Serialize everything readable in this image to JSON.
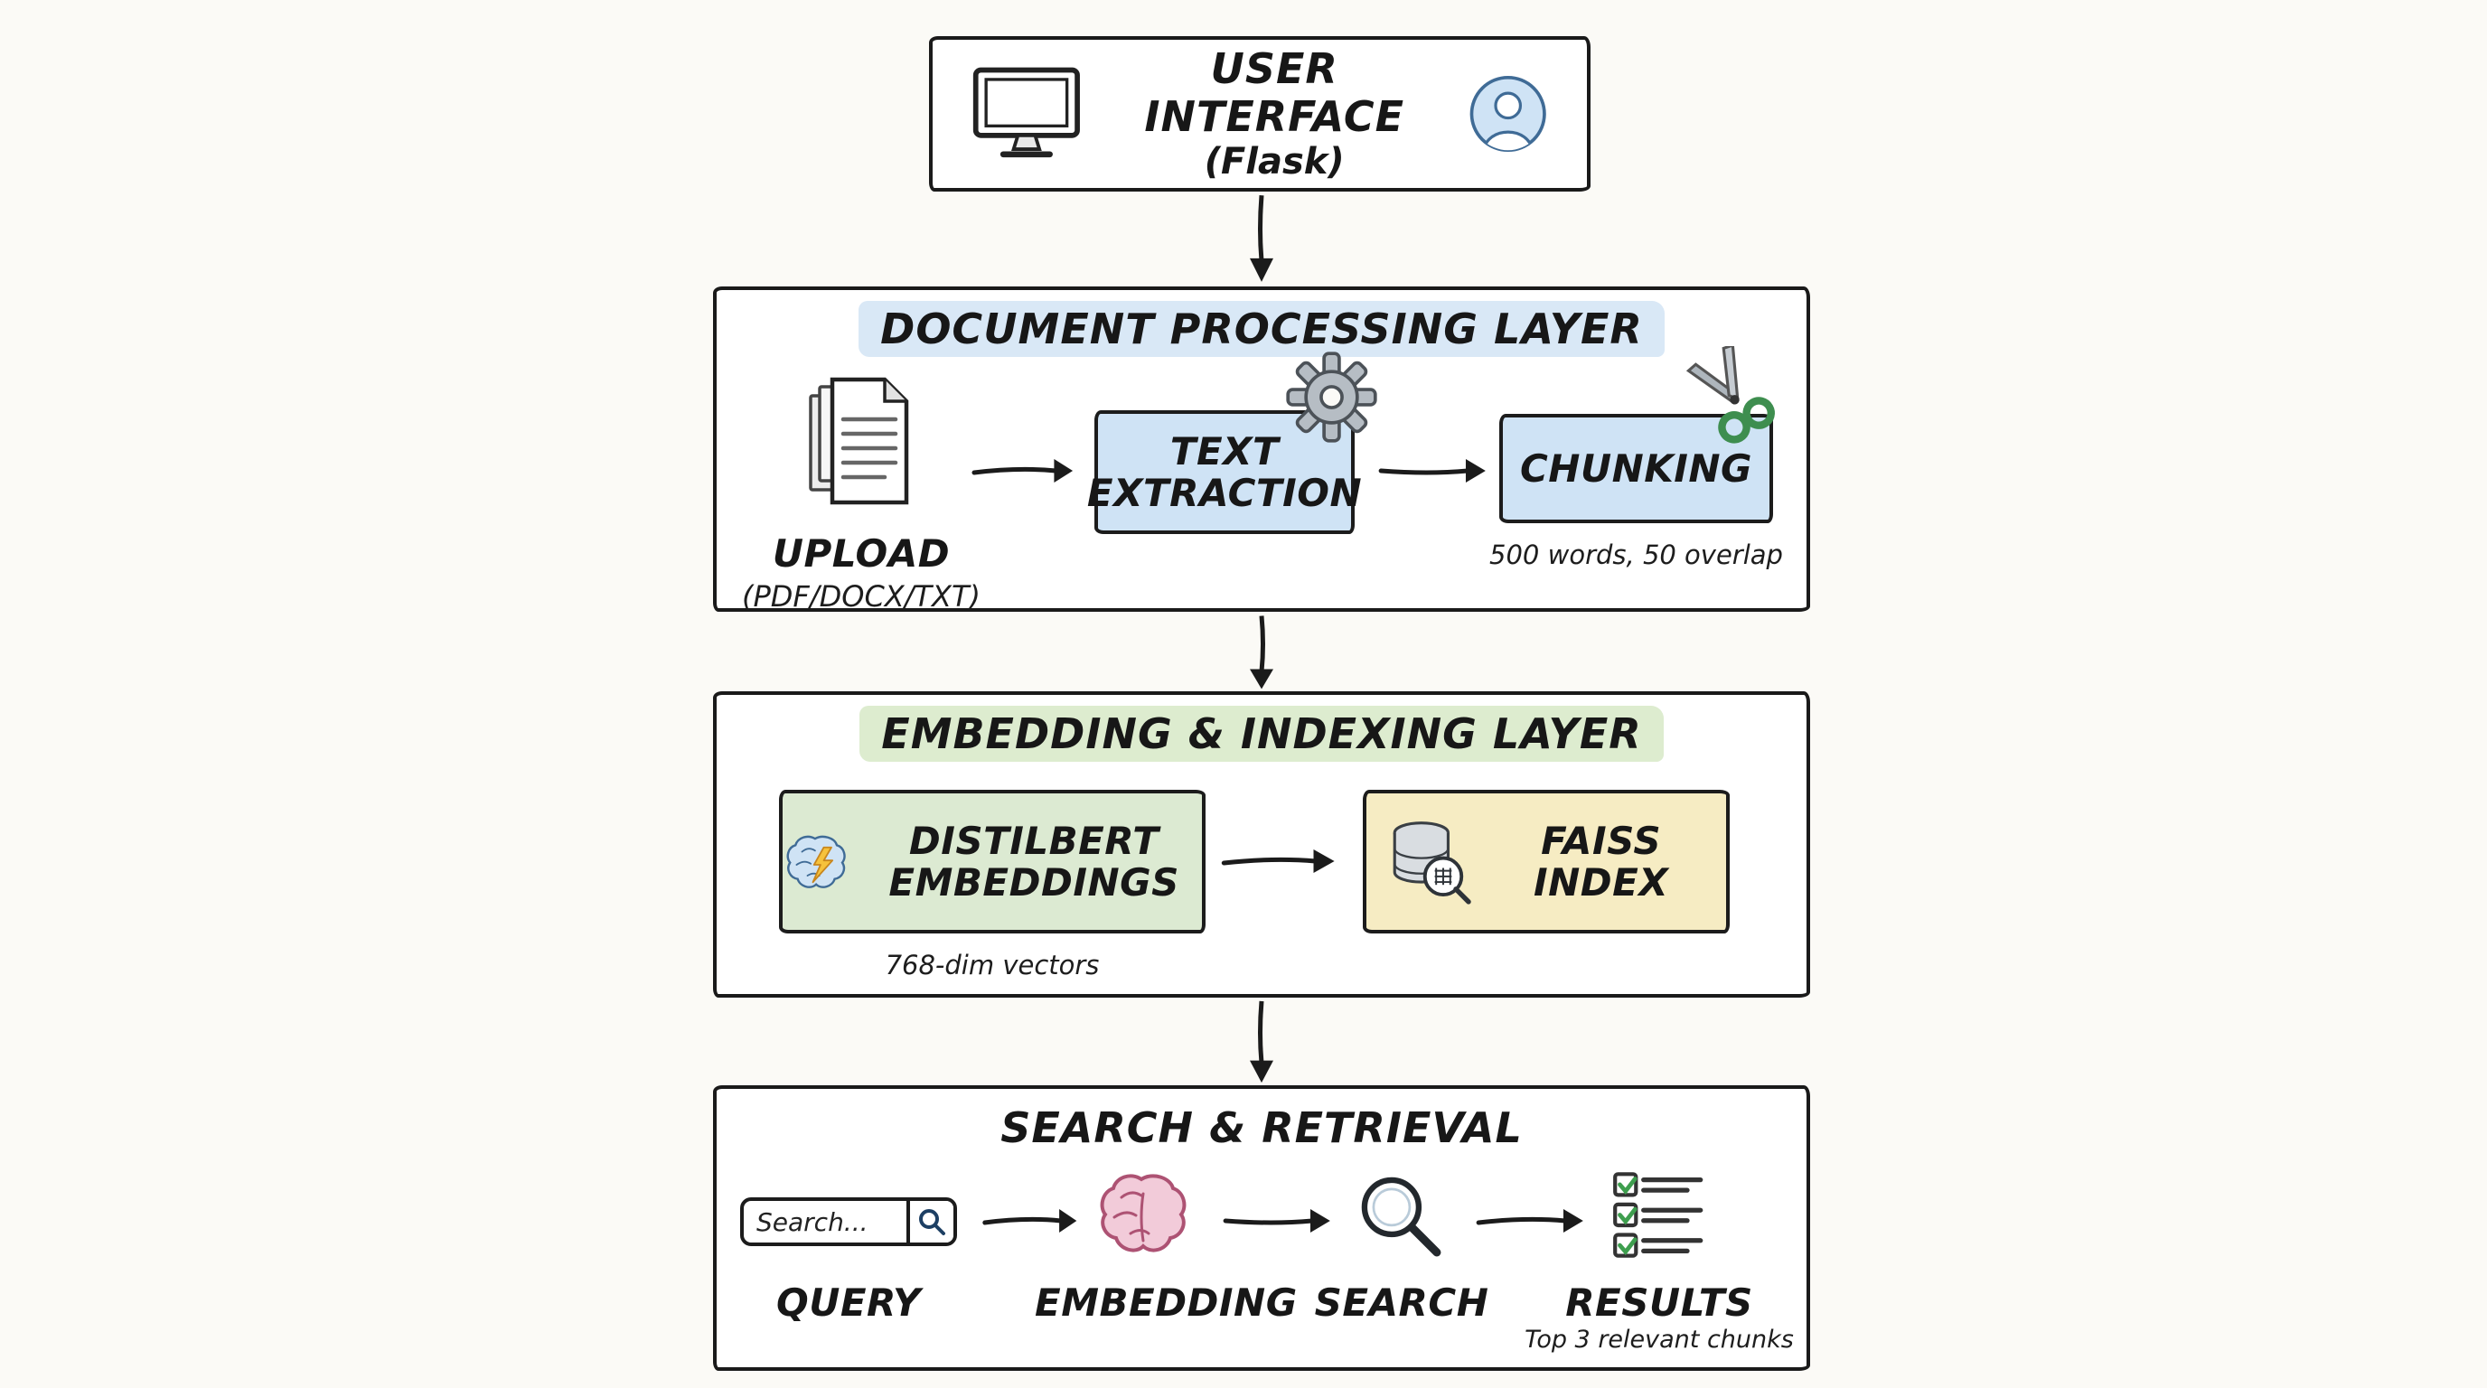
{
  "ui_layer": {
    "title": "USER INTERFACE",
    "subtitle": "(Flask)"
  },
  "doc_layer": {
    "title": "DOCUMENT PROCESSING LAYER",
    "upload": {
      "label": "UPLOAD",
      "formats": "(PDF/DOCX/TXT)"
    },
    "text_extraction": {
      "label": "TEXT EXTRACTION"
    },
    "chunking": {
      "label": "CHUNKING",
      "note": "500 words, 50 overlap"
    }
  },
  "embedding_layer": {
    "title": "EMBEDDING & INDEXING LAYER",
    "distilbert": {
      "label": "DISTILBERT EMBEDDINGS",
      "note": "768-dim vectors"
    },
    "faiss": {
      "label": "FAISS INDEX"
    }
  },
  "search_layer": {
    "title": "SEARCH & RETRIEVAL",
    "query": {
      "input_text": "Search...",
      "label": "QUERY"
    },
    "embedding": {
      "label": "EMBEDDING"
    },
    "search": {
      "label": "SEARCH"
    },
    "results": {
      "label": "RESULTS",
      "note": "Top 3 relevant chunks"
    }
  },
  "colors": {
    "blue_fill": "#cfe3f5",
    "green_fill": "#dcead2",
    "yellow_fill": "#f6ecc3",
    "blue_highlight": "#d9e8f6",
    "green_highlight": "#ddeccf",
    "ink": "#1a1a1a"
  }
}
